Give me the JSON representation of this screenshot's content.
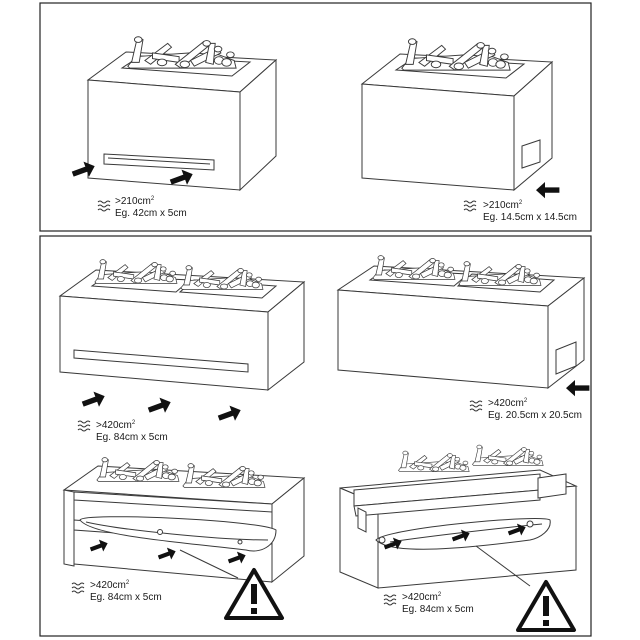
{
  "panels": [
    {
      "id": "p1",
      "area": "210",
      "unit": "cm",
      "power": "2",
      "example": "Eg. 42cm x 5cm"
    },
    {
      "id": "p2",
      "area": "210",
      "unit": "cm",
      "power": "2",
      "example": "Eg. 14.5cm x 14.5cm"
    },
    {
      "id": "p3",
      "area": "420",
      "unit": "cm",
      "power": "2",
      "example": "Eg. 84cm x 5cm"
    },
    {
      "id": "p4",
      "area": "420",
      "unit": "cm",
      "power": "2",
      "example": "Eg. 20.5cm x 20.5cm"
    },
    {
      "id": "p5",
      "area": "420",
      "unit": "cm",
      "power": "2",
      "example": "Eg. 84cm x 5cm"
    },
    {
      "id": "p6",
      "area": "420",
      "unit": "cm",
      "power": "2",
      "example": "Eg. 84cm x 5cm"
    }
  ],
  "prefix": ">",
  "icons": {
    "airflow": "airflow-icon",
    "arrow": "air-inlet-arrow-icon",
    "warning": "warning-triangle-icon"
  },
  "colors": {
    "line": "#3a3a3a",
    "frame": "#222222",
    "background": "#ffffff"
  }
}
